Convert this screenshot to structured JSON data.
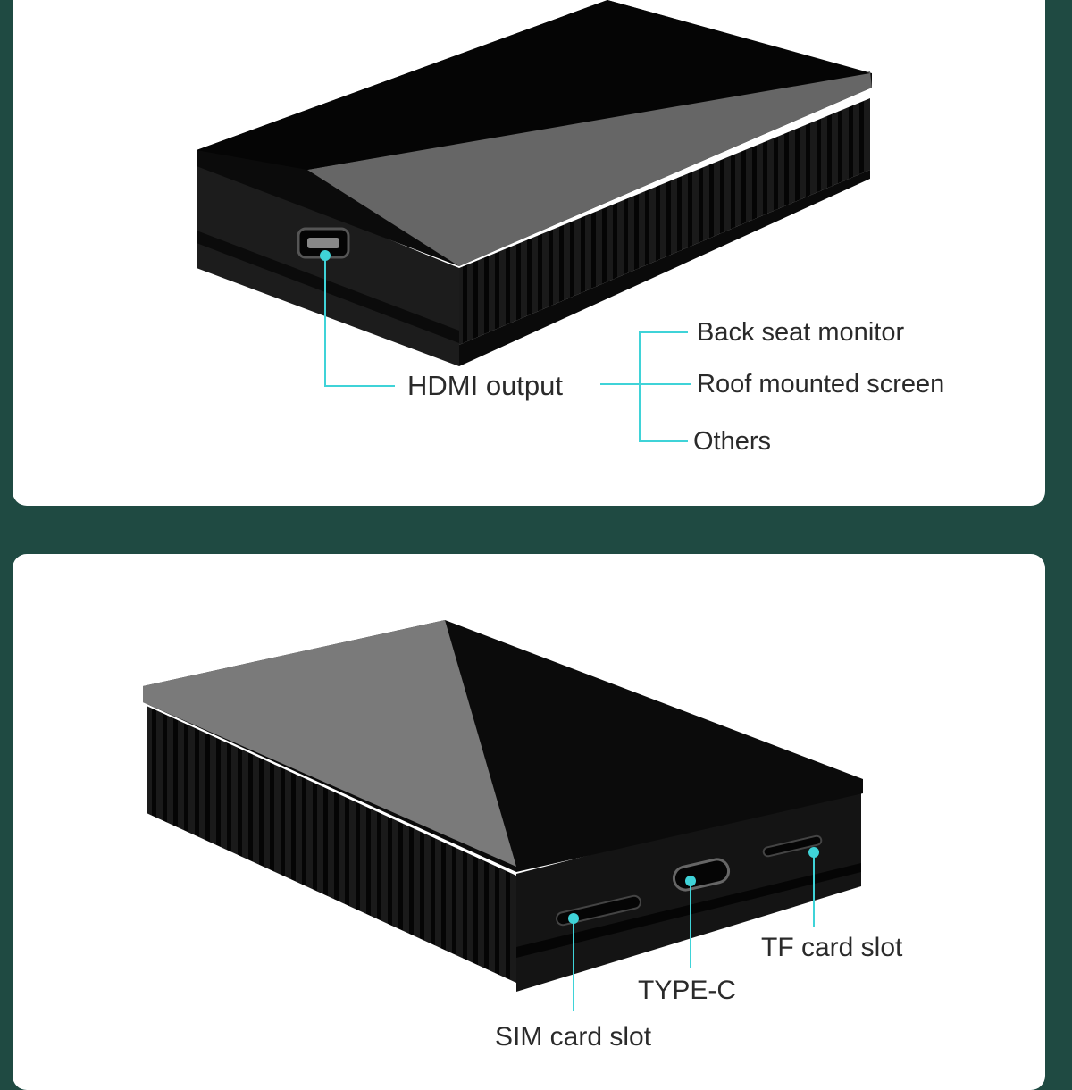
{
  "top_panel": {
    "hdmi_label": "HDMI output",
    "targets": [
      "Back seat monitor",
      "Roof mounted screen",
      "Others"
    ]
  },
  "bottom_panel": {
    "sim_label": "SIM card slot",
    "typec_label": "TYPE-C",
    "tf_label": "TF card slot"
  },
  "colors": {
    "background": "#1f4a42",
    "panel": "#ffffff",
    "callout": "#3fd3d8",
    "device": "#0d0d0d"
  }
}
